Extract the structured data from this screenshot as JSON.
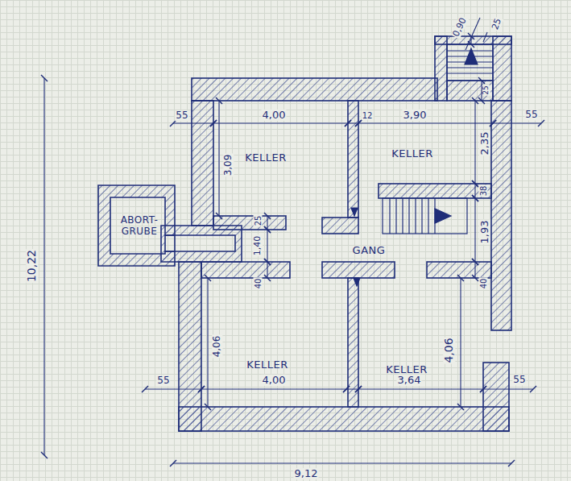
{
  "diagram": {
    "nodes": [
      {
        "text": [
          "KELLER"
        ]
      },
      {
        "text": [
          "KELLER"
        ]
      },
      {
        "text": [
          "ABORT- GRUBE"
        ]
      },
      {
        "text": [
          "GANG"
        ]
      },
      {
        "text": [
          "KELLER"
        ]
      },
      {
        "text": [
          "KELLER"
        ]
      }
    ],
    "labels": [
      "55",
      "4,00",
      "12",
      "3,90",
      "55",
      "0,90",
      "25",
      "25",
      "3,09",
      "2,35",
      "38",
      "25",
      "1,40",
      "1,93",
      "40",
      "40",
      "4,06",
      "4,06",
      "55",
      "4,00",
      "3,64",
      "55",
      "10,22",
      "9,12"
    ]
  }
}
